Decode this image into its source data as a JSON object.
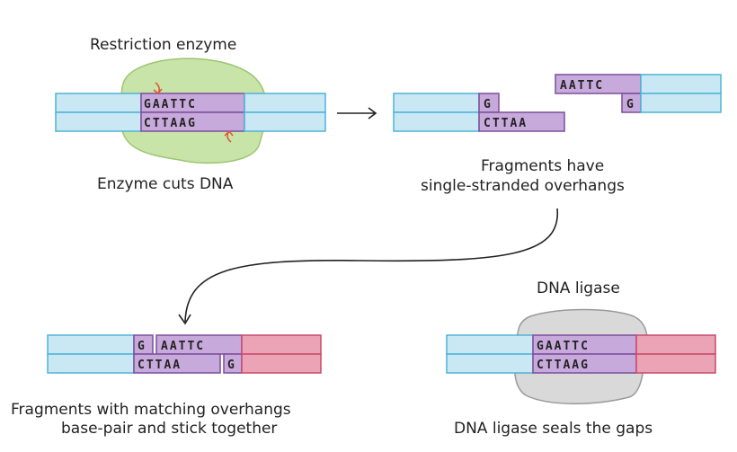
{
  "captions": {
    "restriction_enzyme": "Restriction enzyme",
    "enzyme_cuts": "Enzyme cuts DNA",
    "fragments_line1": "Fragments have",
    "fragments_line2": "single-stranded overhangs",
    "dna_ligase": "DNA ligase",
    "matching_line1": "Fragments with matching overhangs",
    "matching_line2": "base-pair and stick together",
    "ligase_seals": "DNA ligase seals the gaps"
  },
  "sequences": {
    "top_full": "GAATTC",
    "bottom_full": "CTTAAG",
    "top_left_overhang": "G",
    "bottom_left_overhang": "CTTAA",
    "top_right_overhang": "AATTC",
    "bottom_right_overhang": "G",
    "mid_top_g": "G",
    "mid_top_rest": "AATTC",
    "mid_bottom_rest": "CTTAA",
    "mid_bottom_g": "G"
  },
  "colors": {
    "dna_blue": "#c9e8f4",
    "dna_blue_stroke": "#4fb3d6",
    "dna_pink": "#eba3b6",
    "dna_pink_stroke": "#c94a6a",
    "site_purple": "#c8a9dc",
    "site_purple_stroke": "#7a4f9a",
    "enzyme_green": "#c9e4a8",
    "enzyme_green_stroke": "#9bc672",
    "ligase_gray": "#d9d9d9",
    "ligase_gray_stroke": "#9a9a9a",
    "cut_arrow": "#e0543a"
  }
}
